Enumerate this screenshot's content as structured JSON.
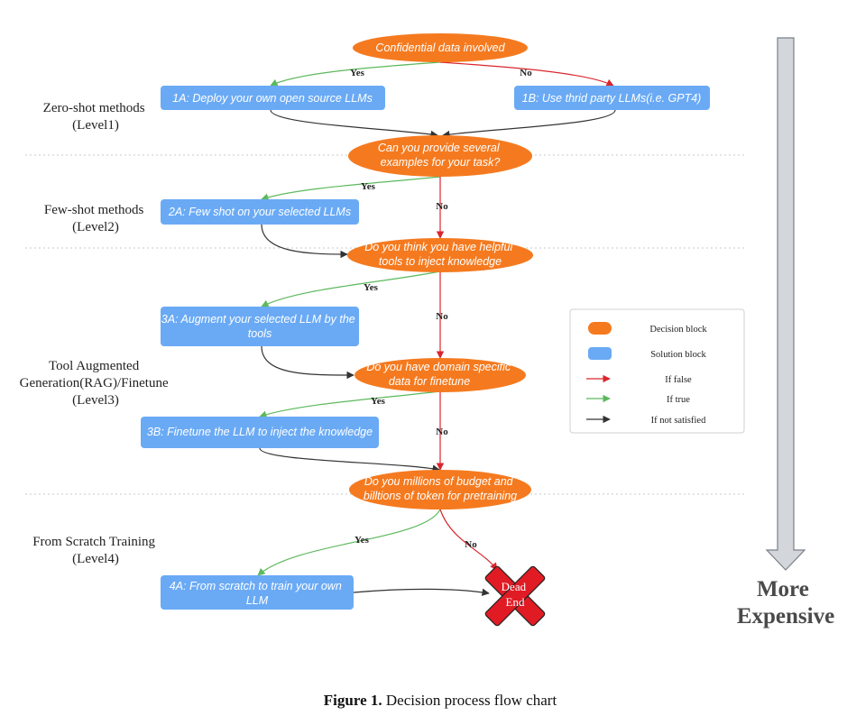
{
  "colors": {
    "decision": "#f57a1f",
    "solution": "#6aaaf5",
    "false_edge": "#d9262c",
    "true_edge": "#5cb85c",
    "not_satisfied_edge": "#333333",
    "dead_end": "#e01b24",
    "arrow_fill": "#d3d7dc"
  },
  "levels": {
    "l1": [
      "Zero-shot methods",
      "(Level1)"
    ],
    "l2": [
      "Few-shot methods",
      "(Level2)"
    ],
    "l3": [
      "Tool Augmented",
      "Generation(RAG)/Finetune",
      "(Level3)"
    ],
    "l4": [
      "From Scratch Training",
      "(Level4)"
    ]
  },
  "decisions": {
    "d1": [
      "Confidential data involved"
    ],
    "d2": [
      "Can you provide several",
      "examples for your task?"
    ],
    "d3": [
      "Do you think you have helpful",
      "tools to inject knowledge"
    ],
    "d4": [
      "Do you have domain specific",
      "data for finetune"
    ],
    "d5": [
      "Do you millions of budget and",
      "billtions of token for pretraining"
    ]
  },
  "solutions": {
    "s1a": [
      "1A: Deploy your own open source LLMs"
    ],
    "s1b": [
      "1B: Use thrid party LLMs(i.e. GPT4)"
    ],
    "s2a": [
      "2A: Few shot on your selected LLMs"
    ],
    "s3a": [
      "3A: Augment your selected LLM by the",
      "tools"
    ],
    "s3b": [
      "3B: Finetune the LLM to inject the knowledge"
    ],
    "s4a": [
      "4A: From scratch to train your own",
      "LLM"
    ]
  },
  "edge_labels": {
    "yes": "Yes",
    "no": "No"
  },
  "dead_end": [
    "Dead",
    "End"
  ],
  "legend": {
    "decision": "Decision block",
    "solution": "Solution block",
    "false": "If false",
    "true": "If true",
    "not_satisfied": "If not satisfied"
  },
  "cost_arrow": [
    "More",
    "Expensive"
  ],
  "caption": {
    "label": "Figure 1.",
    "text": " Decision process flow chart"
  }
}
